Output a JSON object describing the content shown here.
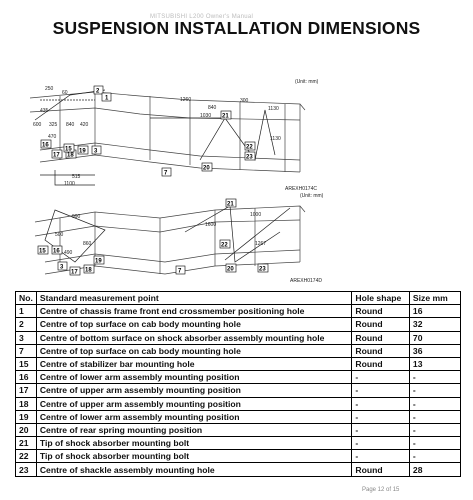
{
  "page": {
    "header_text": "MITSUBISHI L200 Owner's Manual",
    "title": "SUSPENSION INSTALLATION DIMENSIONS",
    "page_indicator": "Page 12 of 15"
  },
  "diagram_top": {
    "unit_label": "(Unit: mm)",
    "figure_code": "AREXH0174C",
    "dimensions": [
      "250",
      "60",
      "435",
      "1260",
      "840",
      "1030",
      "1130",
      "1130",
      "300",
      "600",
      "325",
      "840",
      "420",
      "470",
      "1100",
      "515"
    ],
    "points": [
      "2",
      "1",
      "16",
      "17",
      "18",
      "19",
      "15",
      "3",
      "21",
      "20",
      "22",
      "23",
      "7"
    ]
  },
  "diagram_bottom": {
    "unit_label": "(Unit: mm)",
    "figure_code": "AREXH0174D",
    "dimensions": [
      "990",
      "1000",
      "1267",
      "1600",
      "860",
      "500",
      "490"
    ],
    "points": [
      "15",
      "3",
      "16",
      "17",
      "18",
      "19",
      "21",
      "20",
      "22",
      "23",
      "7"
    ]
  },
  "table": {
    "headers": [
      "No.",
      "Standard measurement point",
      "Hole shape",
      "Size mm"
    ],
    "rows": [
      [
        "1",
        "Centre of chassis frame front end crossmember positioning hole",
        "Round",
        "16"
      ],
      [
        "2",
        "Centre of top surface on cab body mounting hole",
        "Round",
        "32"
      ],
      [
        "3",
        "Centre of bottom surface on shock absorber assembly mounting hole",
        "Round",
        "70"
      ],
      [
        "7",
        "Centre of top surface on cab body mounting hole",
        "Round",
        "36"
      ],
      [
        "15",
        "Centre of stabilizer bar mounting hole",
        "Round",
        "13"
      ],
      [
        "16",
        "Centre of lower arm assembly mounting position",
        "-",
        "-"
      ],
      [
        "17",
        "Centre of upper arm assembly mounting position",
        "-",
        "-"
      ],
      [
        "18",
        "Centre of upper arm assembly mounting position",
        "-",
        "-"
      ],
      [
        "19",
        "Centre of lower arm assembly mounting position",
        "-",
        "-"
      ],
      [
        "20",
        "Centre of rear spring mounting position",
        "-",
        "-"
      ],
      [
        "21",
        "Tip of shock absorber mounting bolt",
        "-",
        "-"
      ],
      [
        "22",
        "Tip of shock absorber mounting bolt",
        "-",
        "-"
      ],
      [
        "23",
        "Centre of shackle assembly mounting hole",
        "Round",
        "28"
      ]
    ]
  }
}
